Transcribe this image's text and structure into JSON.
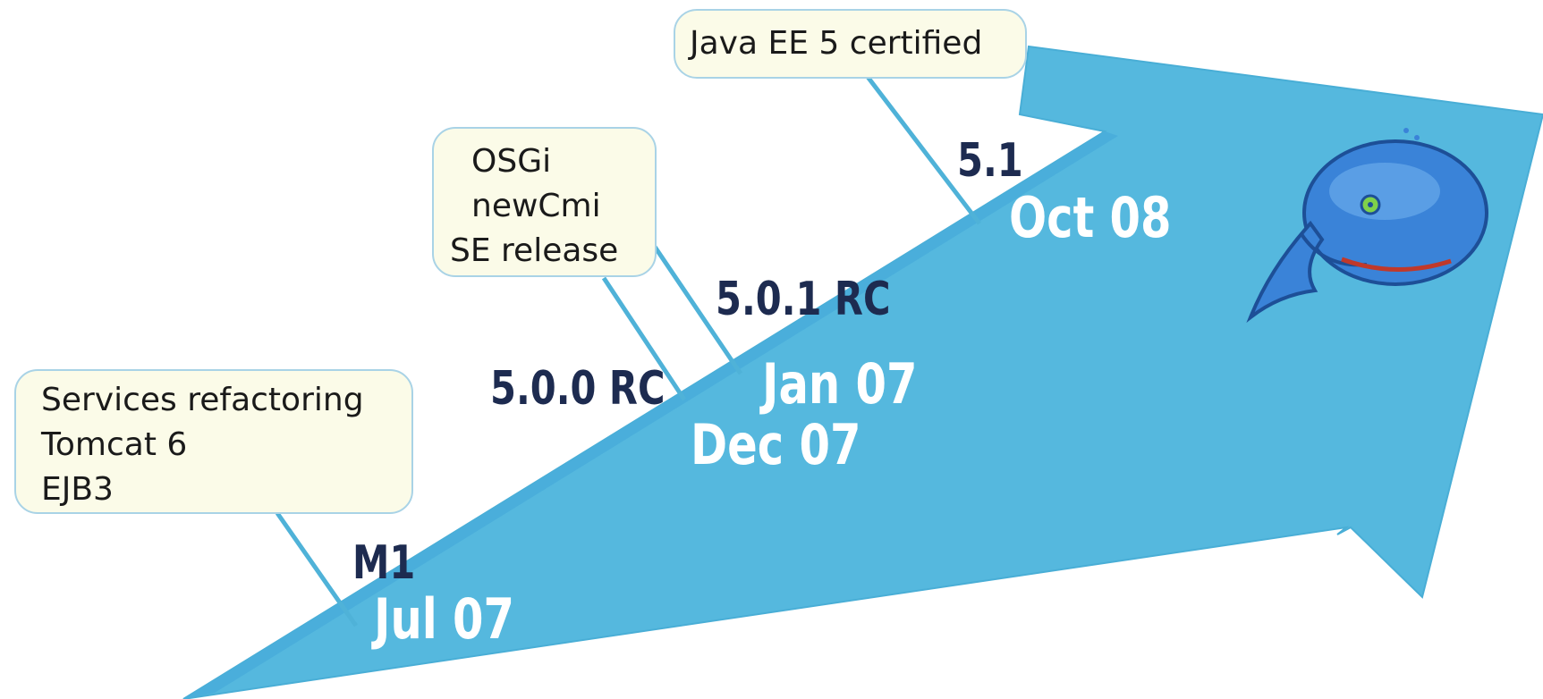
{
  "callouts": {
    "services": {
      "lines": [
        "Services refactoring",
        "Tomcat 6",
        "EJB3"
      ]
    },
    "osgi": {
      "lines": [
        "OSGi",
        "newCmi",
        "SE release"
      ]
    },
    "javaee": {
      "lines": [
        "Java EE 5 certified"
      ]
    }
  },
  "milestones": {
    "m1": {
      "version": "M1",
      "date": "Jul 07"
    },
    "rc500": {
      "version": "5.0.0 RC",
      "date": "Dec 07"
    },
    "rc501": {
      "version": "5.0.1 RC",
      "date": "Jan 07"
    },
    "v51": {
      "version": "5.1",
      "date": "Oct 08"
    }
  },
  "colors": {
    "arrow_fill": "#55b8de",
    "arrow_edge": "#49aed6",
    "callout_bg": "#fbfbe8",
    "callout_border": "#a9d3e6",
    "leader_line": "#4fb2d8",
    "version_text": "#1d2b50",
    "date_text": "#ffffff",
    "mascot_body": "#3a83d8"
  },
  "mascot": {
    "icon": "whale-mascot-icon"
  }
}
